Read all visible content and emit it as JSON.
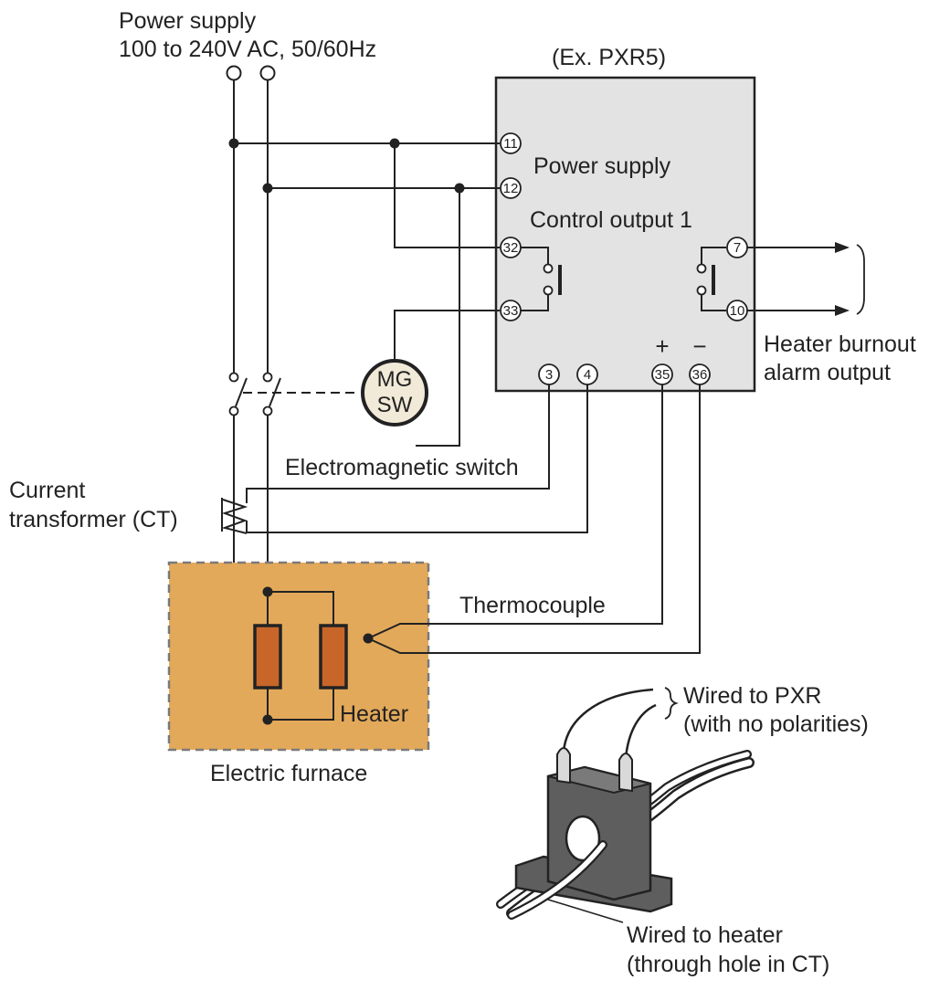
{
  "labels": {
    "power_supply_title": "Power supply",
    "power_supply_spec": "100 to 240V AC, 50/60Hz",
    "model": "(Ex. PXR5)",
    "controller_power": "Power supply",
    "control_output": "Control output 1",
    "alarm_line1": "Heater burnout",
    "alarm_line2": "alarm output",
    "em_switch": "Electromagnetic switch",
    "ct_line1": "Current",
    "ct_line2": "transformer (CT)",
    "thermocouple": "Thermocouple",
    "heater": "Heater",
    "furnace": "Electric furnace",
    "wired_pxr_line1": "Wired to PXR",
    "wired_pxr_line2": "(with no polarities)",
    "wired_heater_line1": "Wired to heater",
    "wired_heater_line2": "(through hole in CT)",
    "plus": "+",
    "minus": "−",
    "mg_line1": "MG",
    "mg_line2": "SW"
  },
  "terminals": {
    "t11": "11",
    "t12": "12",
    "t32": "32",
    "t33": "33",
    "t7": "7",
    "t10": "10",
    "t3": "3",
    "t4": "4",
    "t35": "35",
    "t36": "36"
  },
  "colors": {
    "controller_fill": "#e3e3e3",
    "furnace_fill": "#e3a95a",
    "heater_element": "#c8662a",
    "mg_fill": "#f2ead8",
    "ct_body": "#5e5e5e",
    "line": "#222222"
  }
}
